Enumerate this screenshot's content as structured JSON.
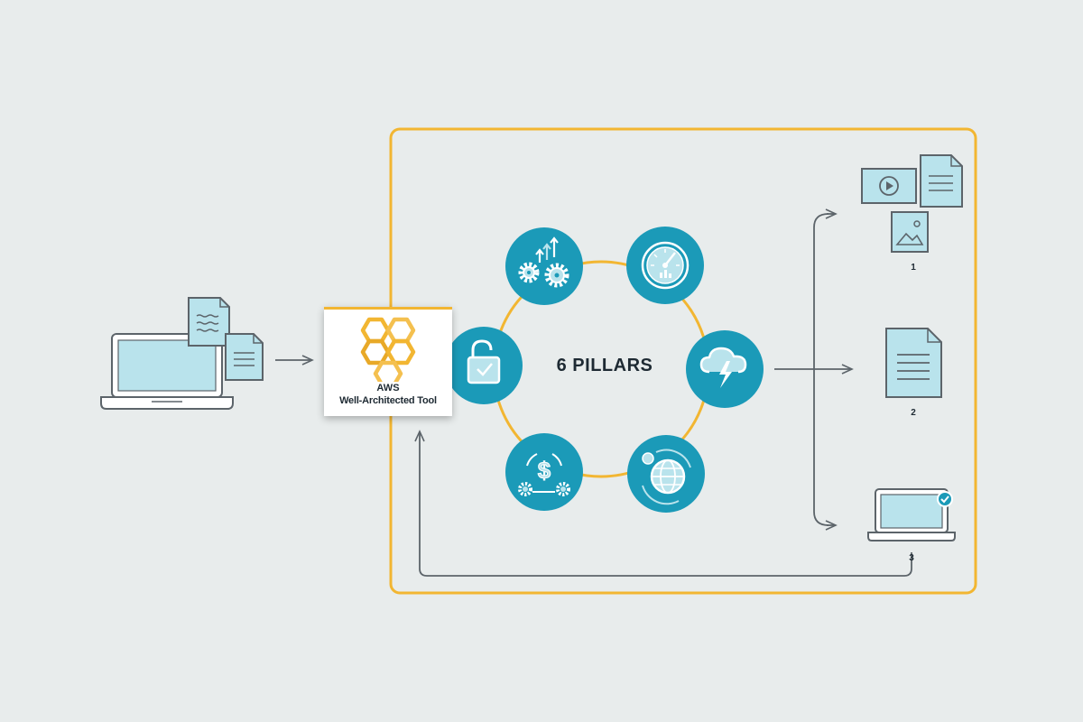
{
  "tool": {
    "line1": "AWS",
    "line2": "Well-Architected Tool"
  },
  "center_label": "6 PILLARS",
  "outputs": {
    "num1": "1",
    "num2": "2",
    "num3": "3"
  },
  "icons": {
    "laptop": "laptop-icon",
    "input_documents": "document-icon",
    "tool_logo": "hexagon-logo-icon",
    "pillars": [
      "operational-excellence-gears-icon",
      "performance-gauge-icon",
      "reliability-cloud-lightning-icon",
      "sustainability-globe-icon",
      "cost-optimization-dollar-icon",
      "security-padlock-icon"
    ],
    "outputs": [
      "video-document-image-icon",
      "document-icon",
      "laptop-check-icon"
    ]
  },
  "colors": {
    "background": "#e8ecec",
    "frame": "#f2b632",
    "pillar_circle": "#1b9ab8",
    "icon_fill": "#b9e3ec",
    "line": "#5c646a",
    "text": "#1e2a33"
  }
}
